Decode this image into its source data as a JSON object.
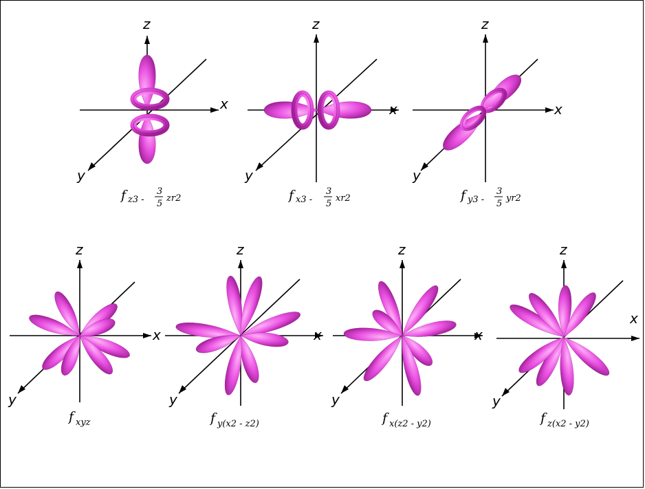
{
  "colors": {
    "lobe": "#e84fe0",
    "lobe_light": "#ff9cf6",
    "lobe_dark": "#a8249e",
    "axis": "#000000"
  },
  "top_row": [
    {
      "id": "fz3",
      "axes": {
        "z": "z",
        "x": "x",
        "y": "y"
      },
      "caption": {
        "f": "f",
        "sub": "z3 - ",
        "frac_num": "3",
        "frac_den": "5",
        "tail": "zr2"
      }
    },
    {
      "id": "fx3",
      "axes": {
        "z": "z",
        "x": "x",
        "y": "y"
      },
      "caption": {
        "f": "f",
        "sub": "x3 - ",
        "frac_num": "3",
        "frac_den": "5",
        "tail": "xr2"
      }
    },
    {
      "id": "fy3",
      "axes": {
        "z": "z",
        "x": "x",
        "y": "y"
      },
      "caption": {
        "f": "f",
        "sub": "y3 - ",
        "frac_num": "3",
        "frac_den": "5",
        "tail": "yr2"
      }
    }
  ],
  "bottom_row": [
    {
      "id": "fxyz",
      "axes": {
        "z": "z",
        "x": "x",
        "y": "y"
      },
      "caption": {
        "f": "f",
        "sub": "xyz"
      }
    },
    {
      "id": "fyx2z2",
      "axes": {
        "z": "z",
        "x": "x",
        "y": "y"
      },
      "caption": {
        "f": "f",
        "sub": "y(x2 - z2)"
      }
    },
    {
      "id": "fxz2y2",
      "axes": {
        "z": "z",
        "x": "x",
        "y": "y"
      },
      "caption": {
        "f": "f",
        "sub": "x(z2 - y2)"
      }
    },
    {
      "id": "fzx2y2",
      "axes": {
        "z": "z",
        "x": "x",
        "y": "y"
      },
      "caption": {
        "f": "f",
        "sub": "z(x2 - y2)"
      }
    }
  ]
}
